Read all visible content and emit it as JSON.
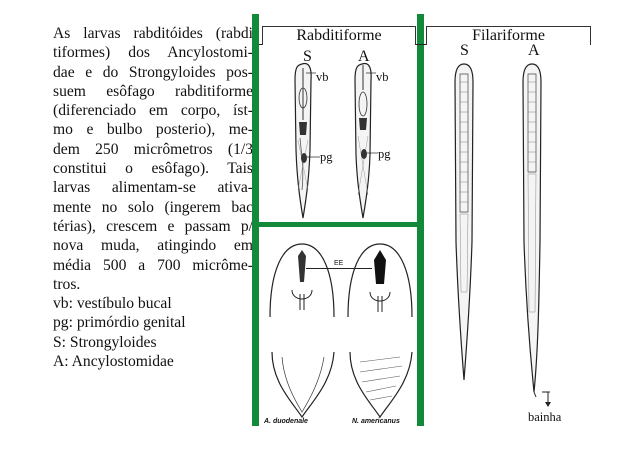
{
  "paragraph_lines": [
    "As larvas rabditóides (rabdi",
    "tiformes) dos Ancylostomi-",
    "dae e do Strongyloides pos-",
    "suem  esôfago rabditiforme",
    "(diferenciado em corpo, íst-",
    "mo  e  bulbo  posterio), me-",
    "dem 250 micrômetros  (1/3",
    "constitui o esôfago).    Tais",
    "larvas  alimentam-se  ativa-",
    "mente no solo (ingerem bac",
    "térias), crescem e passam p/",
    "nova  muda,  atingindo  em",
    "média  500 a 700 micrôme-",
    "tros."
  ],
  "legend": [
    "vb: vestíbulo bucal",
    "pg: primórdio genital",
    "S: Strongyloides",
    "A: Ancylostomidae"
  ],
  "rhabditiform": {
    "header": "Rabditiforme",
    "label_s": "S",
    "label_a": "A",
    "vb_label_1": "vb",
    "vb_label_2": "vb",
    "pg_label_1": "pg",
    "pg_label_2": "pg"
  },
  "mouth": {
    "ee_label": "EE",
    "caption_left": "A. duodenale",
    "caption_right": "N. americanus"
  },
  "filariform": {
    "header": "Filariforme",
    "label_s": "S",
    "label_a": "A",
    "sheath_label": "bainha"
  },
  "colors": {
    "divider": "#138a3a",
    "ink": "#222222"
  }
}
